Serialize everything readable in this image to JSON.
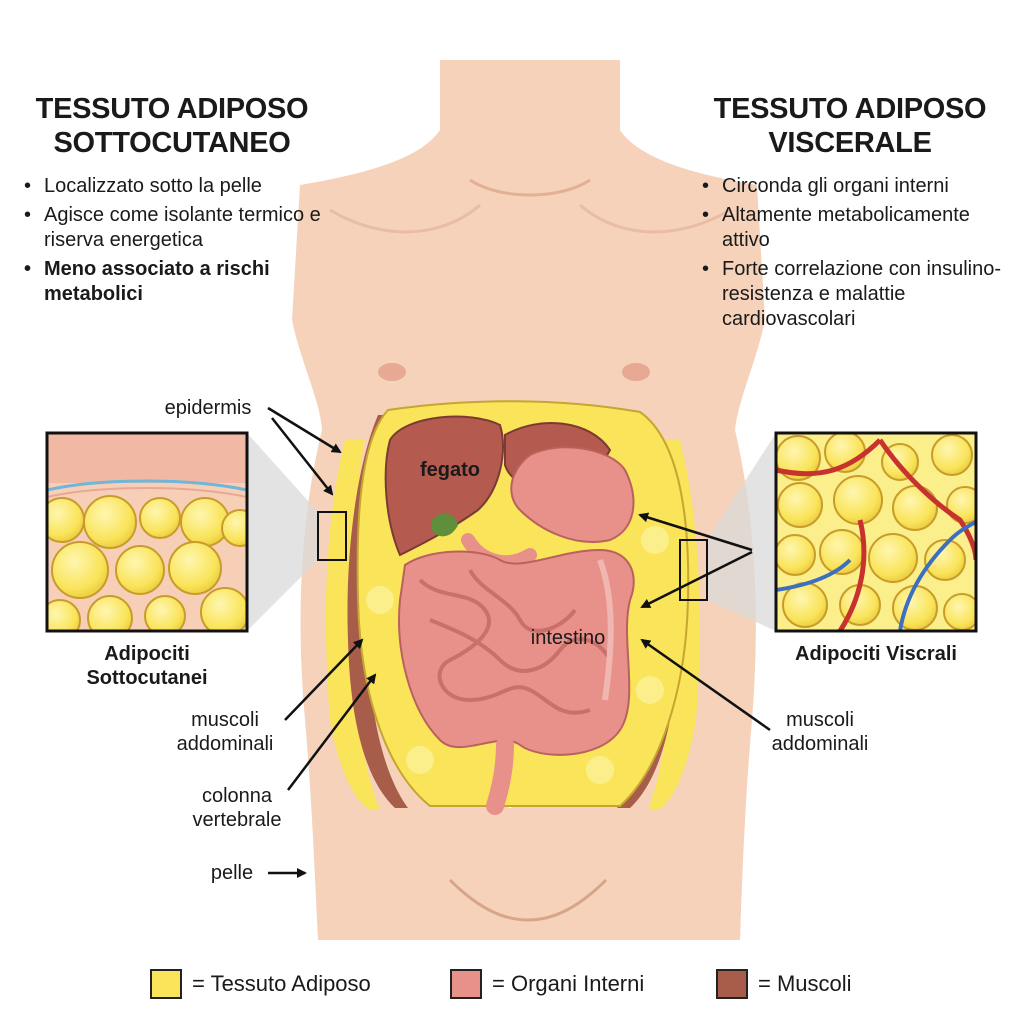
{
  "left_panel": {
    "title_line1": "TESSUTO ADIPOSO",
    "title_line2": "SOTTOCUTANEO",
    "bullets": [
      {
        "text": "Localizzato sotto la pelle"
      },
      {
        "text": "Agisce come isolante termico e riserva energetica"
      },
      {
        "text": "Meno associato a rischi metabolici"
      }
    ]
  },
  "right_panel": {
    "title_line1": "TESSUTO ADIPOSO",
    "title_line2": "VISCERALE",
    "bullets": [
      {
        "text": "Circonda gli organi interni"
      },
      {
        "text": "Altamente metabolicamente attivo"
      },
      {
        "text": "Forte correlazione con insulino-resistenza e malattie cardiovascolari"
      }
    ]
  },
  "labels": {
    "epidermis": "epidermis",
    "fegato": "fegato",
    "intestino": "intestino",
    "muscoli_left_1": "muscoli",
    "muscoli_left_2": "addominali",
    "colonna_1": "colonna",
    "colonna_2": "vertebrale",
    "pelle": "pelle",
    "muscoli_right_1": "muscoli",
    "muscoli_right_2": "addominali"
  },
  "insets": {
    "left_caption_1": "Adipociti",
    "left_caption_2": "Sottocutanei",
    "right_caption": "Adipociti Viscrali"
  },
  "legend": [
    {
      "text": "= Tessuto Adiposo",
      "color": "#f9e45a"
    },
    {
      "text": "= Organi Interni",
      "color": "#e8908a"
    },
    {
      "text": "= Muscoli",
      "color": "#a85c4a"
    }
  ],
  "colors": {
    "skin": "#f6d2bb",
    "skin_dark": "#e9b79c",
    "fat": "#f9e45a",
    "fat_light": "#fbef8c",
    "organ": "#e8908a",
    "liver": "#b45a4e",
    "muscle": "#a85c4a",
    "vessel_red": "#c8322e",
    "vessel_blue": "#3d6fc0"
  }
}
